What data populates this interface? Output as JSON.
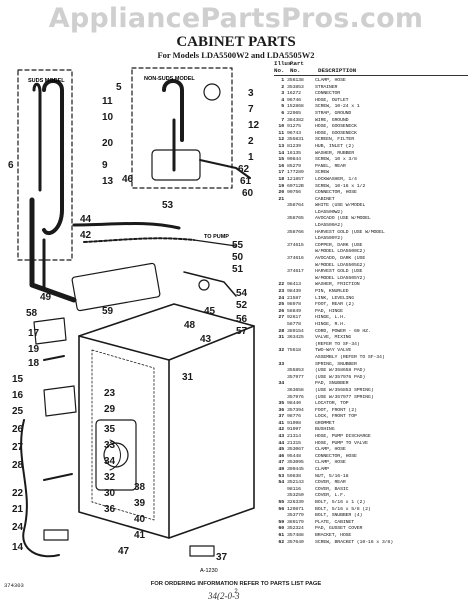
{
  "watermark": "AppliancePartsPros.com",
  "header": {
    "title": "CABINET PARTS",
    "subtitle": "For Models LDA5500W2 and LDA5505W2"
  },
  "diagram": {
    "suds_model_label": "SUDS MODEL",
    "non_suds_model_label": "NON-SUDS MODEL",
    "to_pump_label": "TO PUMP",
    "figure_code": "A-1230",
    "callouts": [
      "5",
      "11",
      "10",
      "20",
      "6",
      "9",
      "3",
      "7",
      "12",
      "2",
      "1",
      "46",
      "62",
      "61",
      "60",
      "13",
      "53",
      "44",
      "42",
      "55",
      "50",
      "51",
      "54",
      "52",
      "56",
      "57",
      "49",
      "58",
      "59",
      "45",
      "48",
      "43",
      "17",
      "19",
      "18",
      "15",
      "16",
      "25",
      "26",
      "27",
      "28",
      "31",
      "23",
      "29",
      "35",
      "33",
      "34",
      "32",
      "30",
      "36",
      "38",
      "39",
      "40",
      "41",
      "47",
      "37",
      "22",
      "21",
      "24",
      "14"
    ]
  },
  "parts_table": {
    "header_illus": [
      "Illus.",
      "No."
    ],
    "header_part": [
      "Part",
      "No."
    ],
    "header_desc": "DESCRIPTION",
    "rows": [
      {
        "n": "1",
        "p": "356138",
        "d": "CLAMP, HOSE"
      },
      {
        "n": "2",
        "p": "353853",
        "d": "STRAINER"
      },
      {
        "n": "3",
        "p": "16272",
        "d": "CONNECTOR"
      },
      {
        "n": "4",
        "p": "96746",
        "d": "HOSE, OUTLET"
      },
      {
        "n": "5",
        "p": "152868",
        "d": "SCREW, 10-24 x 1"
      },
      {
        "n": "6",
        "p": "22965",
        "d": "STRAP, GROUND"
      },
      {
        "n": "7",
        "p": "384382",
        "d": "WIRE, GROUND"
      },
      {
        "n": "10",
        "p": "91275",
        "d": "HOSE, GOOSENECK"
      },
      {
        "n": "11",
        "p": "96743",
        "d": "HOSE, GOOSENECK"
      },
      {
        "n": "12",
        "p": "355831",
        "d": "SCREEN, FILTER"
      },
      {
        "n": "13",
        "p": "81239",
        "d": "HUB, INLET (2)"
      },
      {
        "n": "14",
        "p": "16135",
        "d": "WASHER, RUBBER"
      },
      {
        "n": "15",
        "p": "90844",
        "d": "SCREW, 10 x 3/8"
      },
      {
        "n": "16",
        "p": "85279",
        "d": "PANEL, REAR"
      },
      {
        "n": "17",
        "p": "177289",
        "d": "SCREW"
      },
      {
        "n": "18",
        "p": "121857",
        "d": "LOCKWASHER, 1/4"
      },
      {
        "n": "19",
        "p": "60712B",
        "d": "SCREW, 10-16 x 1/2"
      },
      {
        "n": "20",
        "p": "90756",
        "d": "CONNECTOR, HOSE"
      },
      {
        "n": "21",
        "p": "",
        "d": "CABINET"
      },
      {
        "n": "",
        "p": "358764",
        "d": "WHITE (USE W/MODEL"
      },
      {
        "n": "",
        "p": "",
        "d": "LDA5500W2)"
      },
      {
        "n": "",
        "p": "358765",
        "d": "AVOCADO (USE W/MODEL"
      },
      {
        "n": "",
        "p": "",
        "d": "LDA5500A2)"
      },
      {
        "n": "",
        "p": "358766",
        "d": "HARVEST GOLD (USE W/MODEL"
      },
      {
        "n": "",
        "p": "",
        "d": "LDA5500Y2)"
      },
      {
        "n": "",
        "p": "374615",
        "d": "COPPER, DARK (USE"
      },
      {
        "n": "",
        "p": "",
        "d": "W/MODEL LDA5500C2)"
      },
      {
        "n": "",
        "p": "374616",
        "d": "AVOCADO, DARK (USE"
      },
      {
        "n": "",
        "p": "",
        "d": "W/MODEL LDA5505G2)"
      },
      {
        "n": "",
        "p": "374617",
        "d": "HARVEST GOLD (USE"
      },
      {
        "n": "",
        "p": "",
        "d": "W/MODEL LDA5505Y2)"
      },
      {
        "n": "22",
        "p": "98413",
        "d": "WASHER, FRICTION"
      },
      {
        "n": "23",
        "p": "98439",
        "d": "PIN, KNURLED"
      },
      {
        "n": "24",
        "p": "21587",
        "d": "LINK, LEVELING"
      },
      {
        "n": "25",
        "p": "98978",
        "d": "FOOT, REAR (2)"
      },
      {
        "n": "26",
        "p": "58849",
        "d": "PAD, HINGE"
      },
      {
        "n": "27",
        "p": "92617",
        "d": "HINGE, L.H."
      },
      {
        "n": "",
        "p": "58778",
        "d": "HINGE, R.H."
      },
      {
        "n": "28",
        "p": "389154",
        "d": "CORD, POWER - 60 HZ."
      },
      {
        "n": "31",
        "p": "363425",
        "d": "VALVE, MIXING"
      },
      {
        "n": "",
        "p": "",
        "d": "(REFER TO SF-34)"
      },
      {
        "n": "32",
        "p": "75618",
        "d": "TWO-WAY VALVE"
      },
      {
        "n": "",
        "p": "",
        "d": "ASSEMBLY (REFER TO SF-34)"
      },
      {
        "n": "33",
        "p": "",
        "d": "SPRING, SNUBBER"
      },
      {
        "n": "",
        "p": "355853",
        "d": "(USE W/358658 PAD)"
      },
      {
        "n": "",
        "p": "357977",
        "d": "(USE W/357976 PAD)"
      },
      {
        "n": "34",
        "p": "",
        "d": "PAD, SNUBBER"
      },
      {
        "n": "",
        "p": "363658",
        "d": "(USE W/356853 SPRING)"
      },
      {
        "n": "",
        "p": "357976",
        "d": "(USE W/357977 SPRING)"
      },
      {
        "n": "35",
        "p": "98440",
        "d": "LOCATOR, TOP"
      },
      {
        "n": "36",
        "p": "357394",
        "d": "FOOT, FRONT (2)"
      },
      {
        "n": "37",
        "p": "98776",
        "d": "LOCK, FRONT TOP"
      },
      {
        "n": "41",
        "p": "91098",
        "d": "GROMMET"
      },
      {
        "n": "42",
        "p": "91097",
        "d": "BUSHING"
      },
      {
        "n": "43",
        "p": "21314",
        "d": "HOSE, PUMP DISCHARGE"
      },
      {
        "n": "44",
        "p": "21315",
        "d": "HOSE, PUMP TO VALVE"
      },
      {
        "n": "45",
        "p": "353067",
        "d": "CLAMP, HOSE"
      },
      {
        "n": "46",
        "p": "95448",
        "d": "CONNECTOR, HOSE"
      },
      {
        "n": "47",
        "p": "353095",
        "d": "CLAMP, HOSE"
      },
      {
        "n": "49",
        "p": "390445",
        "d": "CLAMP"
      },
      {
        "n": "53",
        "p": "59838",
        "d": "NUT, 5/16-18"
      },
      {
        "n": "54",
        "p": "352143",
        "d": "COVER, REAR"
      },
      {
        "n": "",
        "p": "98116",
        "d": "COVER, BASIC"
      },
      {
        "n": "",
        "p": "353250",
        "d": "COVER, L.F."
      },
      {
        "n": "55",
        "p": "326339",
        "d": "BOLT, 5/16 x 1 (2)"
      },
      {
        "n": "56",
        "p": "120871",
        "d": "BOLT, 5/16 x 5/8 (2)"
      },
      {
        "n": "",
        "p": "353779",
        "d": "BOLT, SNUBBER (4)"
      },
      {
        "n": "59",
        "p": "389179",
        "d": "PLATE, CABINET"
      },
      {
        "n": "60",
        "p": "352324",
        "d": "PAD, GUSSET COVER"
      },
      {
        "n": "61",
        "p": "357488",
        "d": "BRACKET, HOSE"
      },
      {
        "n": "62",
        "p": "357640",
        "d": "SCREW, BRACKET (10-16 x 3/8)"
      }
    ]
  },
  "footer": {
    "code": "374303",
    "ordering_info": "FOR ORDERING INFORMATION REFER TO PARTS LIST PAGE",
    "page": "2",
    "handwritten": "34(2-0-3"
  }
}
